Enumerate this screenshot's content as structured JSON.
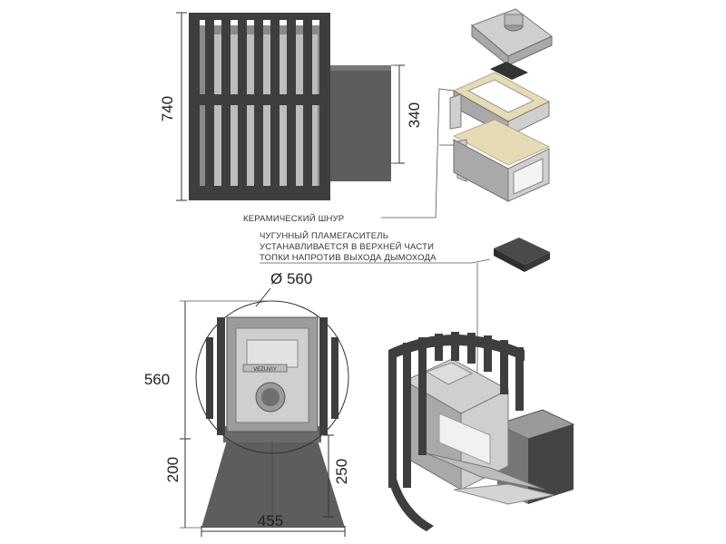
{
  "dimensions": {
    "height_total": "740",
    "chimney_height": "340",
    "diameter": "Ø 560",
    "body_height": "560",
    "base_height": "200",
    "base_inner": "250",
    "base_width": "455"
  },
  "notes": {
    "ceramic_cord": "КЕРАМИЧЕСКИЙ ШНУР",
    "flame_line1": "ЧУГУННЫЙ ПЛАМЕГАСИТЕЛЬ",
    "flame_line2": "УСТАНАВЛИВАЕТСЯ В ВЕРХНЕЙ ЧАСТИ",
    "flame_line3": "ТОПКИ НАПРОТИВ ВЫХОДА ДЫМОХОДА"
  },
  "door_label": "VEZUVIY",
  "colors": {
    "steel": "#3e3e3e",
    "iron": "#cfcfcf",
    "cord": "#e6dbb4"
  }
}
